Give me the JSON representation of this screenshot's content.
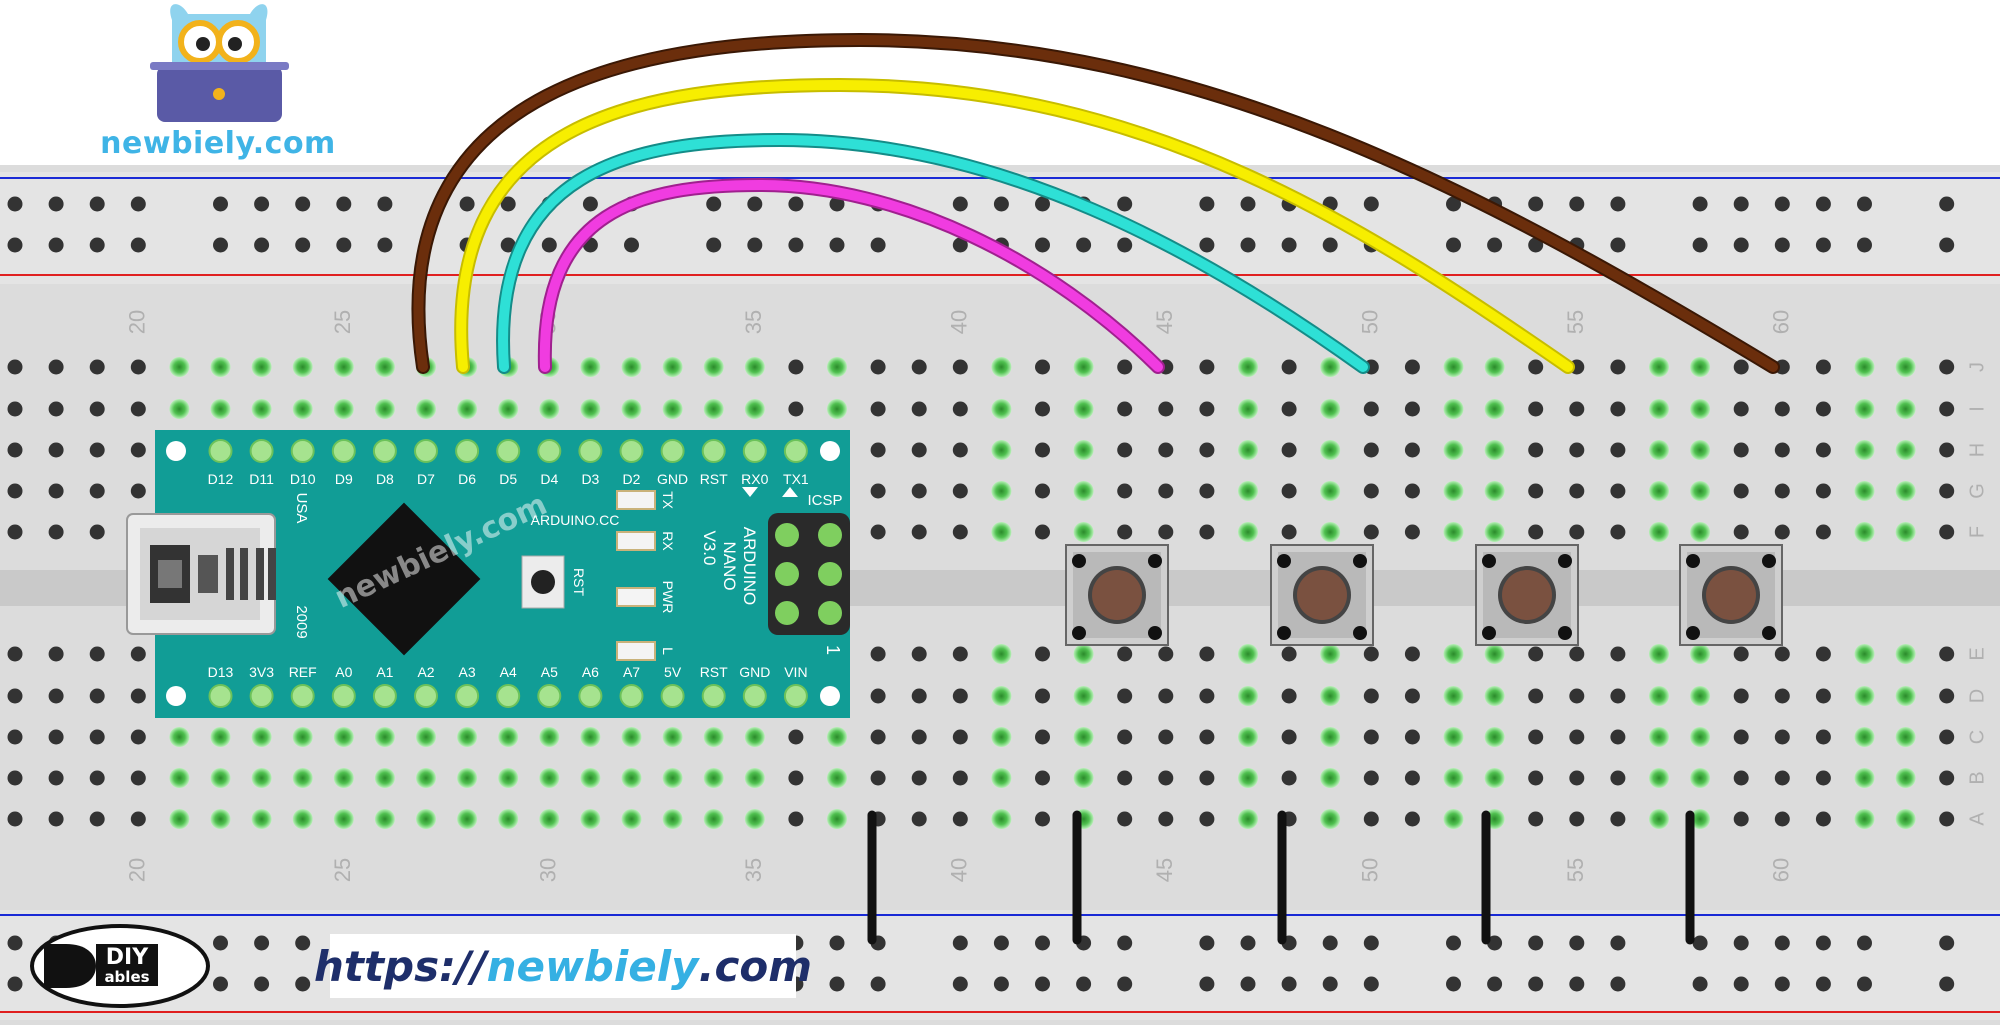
{
  "logo": {
    "site_text": "newbiely.com",
    "diy_top": "DIY",
    "diy_bottom": "ables"
  },
  "url": {
    "prefix": "https://",
    "domain": "newbiely",
    "suffix": ".com"
  },
  "breadboard": {
    "column_numbers": [
      "20",
      "25",
      "30",
      "35",
      "40",
      "45",
      "50",
      "55",
      "60"
    ],
    "row_letters_top": [
      "J",
      "I",
      "H",
      "G",
      "F"
    ],
    "row_letters_bottom": [
      "E",
      "D",
      "C",
      "B",
      "A"
    ]
  },
  "nano": {
    "top_pins": [
      "D12",
      "D11",
      "D10",
      "D9",
      "D8",
      "D7",
      "D6",
      "D5",
      "D4",
      "D3",
      "D2",
      "GND",
      "RST",
      "RX0",
      "TX1"
    ],
    "bottom_pins": [
      "D13",
      "3V3",
      "REF",
      "A0",
      "A1",
      "A2",
      "A3",
      "A4",
      "A5",
      "A6",
      "A7",
      "5V",
      "RST",
      "GND",
      "VIN"
    ],
    "led_labels": [
      "TX",
      "RX",
      "PWR",
      "L"
    ],
    "usa": "USA",
    "year": "2009",
    "arduino_cc": "ARDUINO.CC",
    "rst": "RST",
    "icsp": "ICSP",
    "name_lines": [
      "ARDUINO",
      "NANO",
      "V3.0"
    ],
    "icsp_number": "1",
    "watermark": "newbiely.com"
  },
  "colors": {
    "wire_brown": "#6b2e0c",
    "wire_yellow": "#f7ee00",
    "wire_cyan": "#2ee0d6",
    "wire_magenta": "#f03ce0",
    "board_teal": "#119d96",
    "rail_red": "#e02020",
    "rail_blue": "#1a2bd6"
  }
}
